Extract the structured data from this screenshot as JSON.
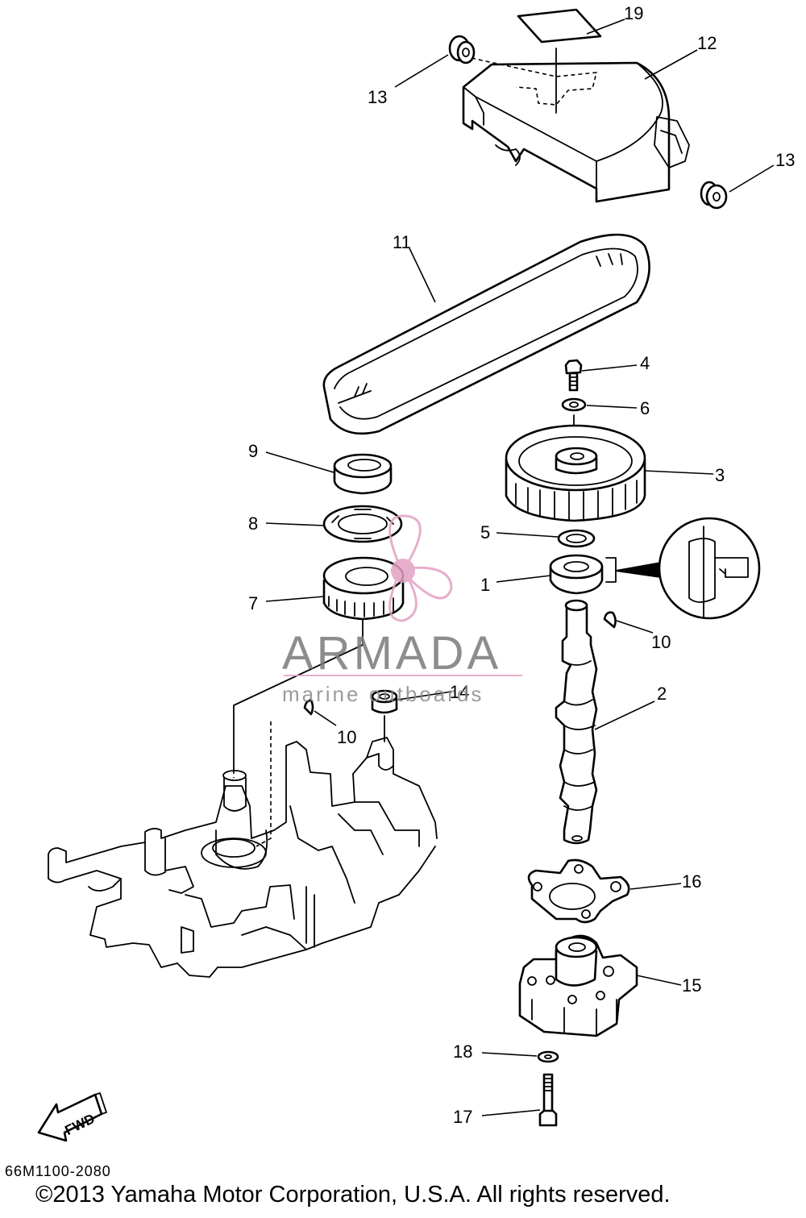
{
  "diagram": {
    "callouts": {
      "c1": "1",
      "c2": "2",
      "c3": "3",
      "c4": "4",
      "c5": "5",
      "c6": "6",
      "c7": "7",
      "c8": "8",
      "c9": "9",
      "c10a": "10",
      "c10b": "10",
      "c11": "11",
      "c12": "12",
      "c13a": "13",
      "c13b": "13",
      "c14": "14",
      "c15": "15",
      "c16": "16",
      "c17": "17",
      "c18": "18",
      "c19": "19"
    },
    "fwd_label": "FWD",
    "code": "66M1100-2080",
    "copyright": "©2013 Yamaha Motor Corporation, U.S.A. All rights reserved."
  },
  "watermark": {
    "brand": "ARMADA",
    "tagline": "marine outboards",
    "accent_color": "#e3a1c4"
  }
}
